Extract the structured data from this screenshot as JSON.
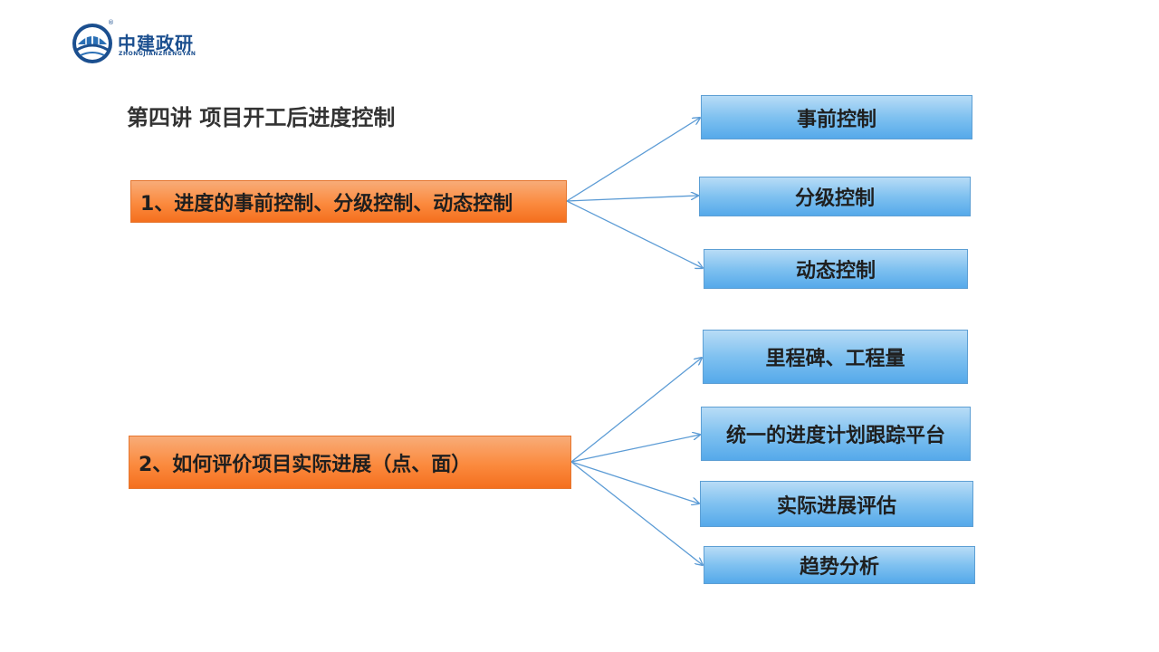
{
  "logo": {
    "name_cn": "中建政研",
    "name_en": "ZHONGJIANZHENGYAN",
    "reg": "®",
    "icon": "bridge-logo-icon",
    "color": "#1b4f8f"
  },
  "title": "第四讲 项目开工后进度控制",
  "groups": [
    {
      "label": "1、进度的事前控制、分级控制、动态控制",
      "items": [
        "事前控制",
        "分级控制",
        "动态控制"
      ]
    },
    {
      "label": "2、如何评价项目实际进展（点、面）",
      "items": [
        "里程碑、工程量",
        "统一的进度计划跟踪平台",
        "实际进展评估",
        "趋势分析"
      ]
    }
  ],
  "colors": {
    "orange": "#fb8a3e",
    "blue": "#7fc1f0",
    "connector": "#5b9bd5",
    "title": "#333333"
  }
}
